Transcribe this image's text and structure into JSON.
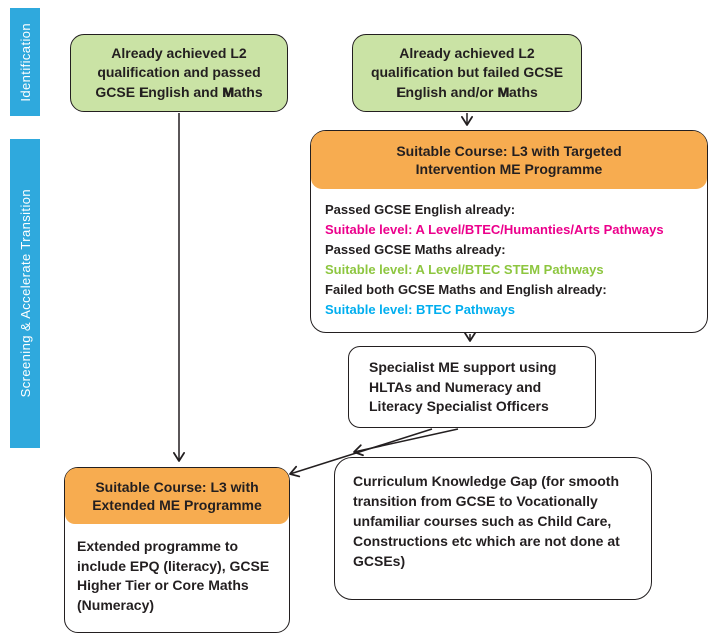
{
  "colors": {
    "sidebar_cyan": "#2FA9DD",
    "node_green": "#CAE3A5",
    "header_orange": "#F7AC50",
    "text_black": "#231F20",
    "pathway_magenta": "#EC008C",
    "pathway_green": "#8DC63F",
    "pathway_cyan": "#00AEEF"
  },
  "sidebar": {
    "identification_label": "Identification",
    "screening_label": "Screening & Accelerate Transition"
  },
  "top_boxes": {
    "passed": {
      "part1": "Already achieved L2 qualification and passed GCSE ",
      "bold_e": "E",
      "part2": "nglish and ",
      "bold_m": "M",
      "part3": "aths"
    },
    "failed": {
      "part1": "Already achieved L2 qualification but failed GCSE ",
      "bold_e": "E",
      "part2": "nglish and/or ",
      "bold_m": "M",
      "part3": "aths"
    }
  },
  "targeted_box": {
    "header": "Suitable Course: L3 with Targeted Intervention ME Programme",
    "lines": [
      {
        "text": "Passed GCSE English already:",
        "color": "#231F20"
      },
      {
        "text": "Suitable level: A Level/BTEC/Humanties/Arts Pathways",
        "color": "#EC008C"
      },
      {
        "text": "Passed GCSE Maths already:",
        "color": "#231F20"
      },
      {
        "text": "Suitable level: A Level/BTEC STEM Pathways",
        "color": "#8DC63F"
      },
      {
        "text": "Failed both GCSE Maths and English already:",
        "color": "#231F20"
      },
      {
        "text": "Suitable level: BTEC Pathways",
        "color": "#00AEEF"
      }
    ]
  },
  "specialist_box": {
    "text": "Specialist ME support using HLTAs and Numeracy and Literacy Specialist Officers"
  },
  "extended_box": {
    "header": "Suitable Course: L3 with Extended ME Programme",
    "body": "Extended programme to include EPQ (literacy), GCSE Higher Tier or Core Maths (Numeracy)"
  },
  "curriculum_box": {
    "text": "Curriculum Knowledge Gap (for smooth transition from GCSE to Vocationally unfamiliar courses such as Child Care, Constructions etc which are not done at GCSEs)"
  }
}
